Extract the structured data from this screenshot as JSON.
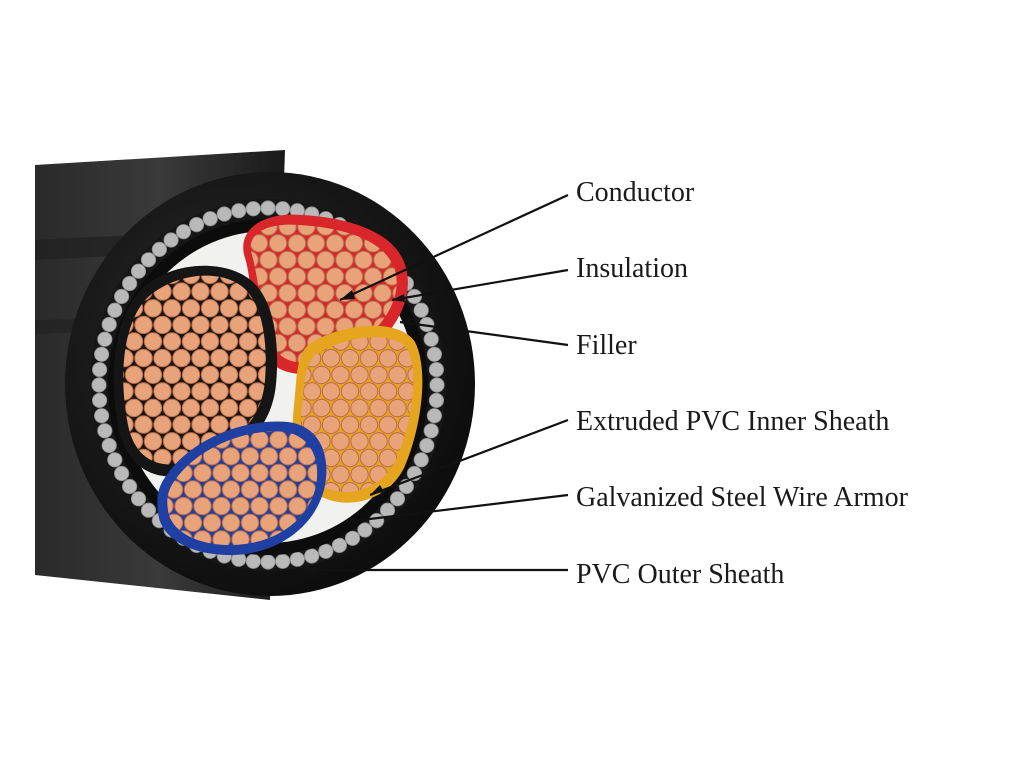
{
  "diagram": {
    "subject": "armored-4-core-power-cable-cross-section",
    "labels": [
      {
        "key": "conductor",
        "text": "Conductor"
      },
      {
        "key": "insulation",
        "text": "Insulation"
      },
      {
        "key": "filler",
        "text": "Filler"
      },
      {
        "key": "inner_sheath",
        "text": "Extruded PVC Inner Sheath"
      },
      {
        "key": "armor",
        "text": "Galvanized Steel Wire Armor"
      },
      {
        "key": "outer_sheath",
        "text": "PVC Outer Sheath"
      }
    ],
    "core_colors": {
      "red": "#d8262a",
      "black": "#151515",
      "yellow": "#e5a51e",
      "blue": "#1f3fa3"
    },
    "colors": {
      "copper": "#e8a37b",
      "copper_shadow": "#b96e4a",
      "armor_wire": "#b9b9b9",
      "sheath": "#111111",
      "filler": "#f1f1ef"
    }
  }
}
